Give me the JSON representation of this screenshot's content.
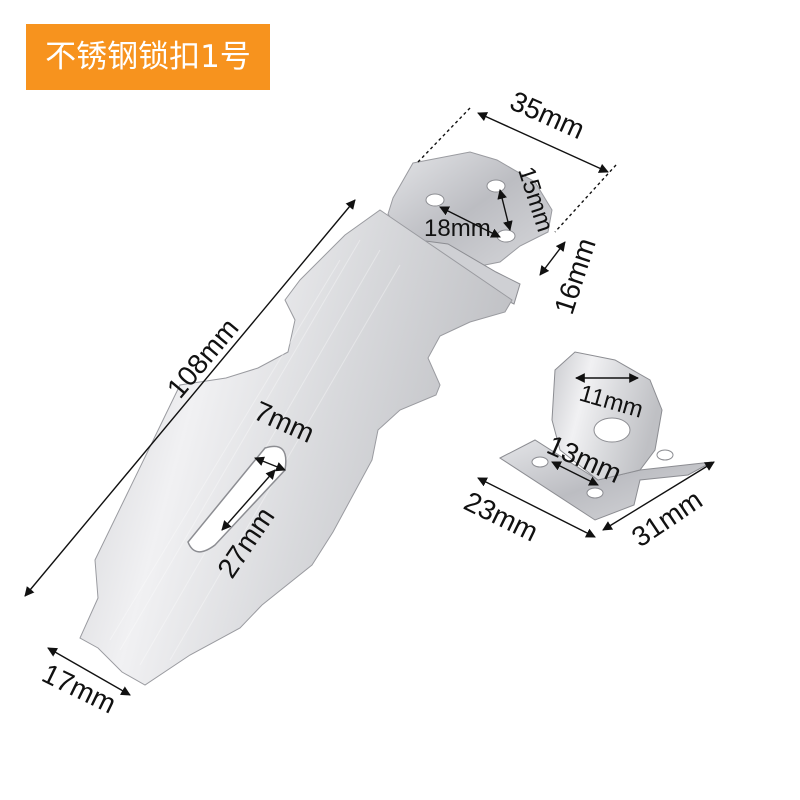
{
  "badge": {
    "label": "不锈钢锁扣1号",
    "color": "#f7931e"
  },
  "dimensions": {
    "top_width": "35mm",
    "hole_spacing_short": "15mm",
    "hole_spacing_long": "18mm",
    "hinge_height": "16mm",
    "total_length": "108mm",
    "slot_width": "7mm",
    "slot_length": "27mm",
    "bottom_width": "17mm",
    "staple_loop": "11mm",
    "staple_hole_spacing": "13mm",
    "staple_depth": "23mm",
    "staple_width": "31mm"
  }
}
